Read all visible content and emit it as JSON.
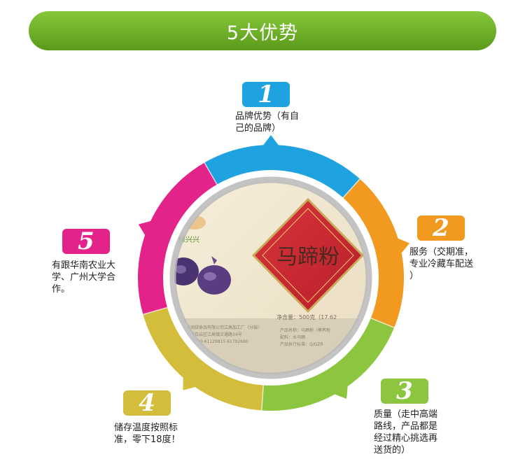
{
  "title": "5大优势",
  "colors": {
    "banner": "#6fb02a",
    "blue": "#1fa3e0",
    "orange": "#f29a1f",
    "green": "#8cc63e",
    "yellow": "#d3bd3a",
    "magenta": "#e4238a"
  },
  "advantages": [
    {
      "number": "1",
      "text": [
        "品牌优势（有自",
        "己的品牌）"
      ]
    },
    {
      "number": "2",
      "text": [
        "服务（交期准，",
        "专业冷藏车配送",
        "）"
      ]
    },
    {
      "number": "3",
      "text": [
        "质量（走中高端",
        "路线，产品都是",
        "经过精心挑选再",
        "送货的）"
      ]
    },
    {
      "number": "4",
      "text": [
        "储存温度按照标",
        "准，零下18度！"
      ]
    },
    {
      "number": "5",
      "text": [
        "有跟华南农业大",
        "学、广州大学合",
        "作。"
      ]
    }
  ],
  "product": {
    "name": "马蹄粉",
    "brand": "绿兴兴",
    "weight_label": "净含量：500克（17.62",
    "small_text": [
      "产品名称：马蹄粉（荸荠粉",
      "配料：水马蹄",
      "产品执行标准：Q/GZR"
    ]
  }
}
